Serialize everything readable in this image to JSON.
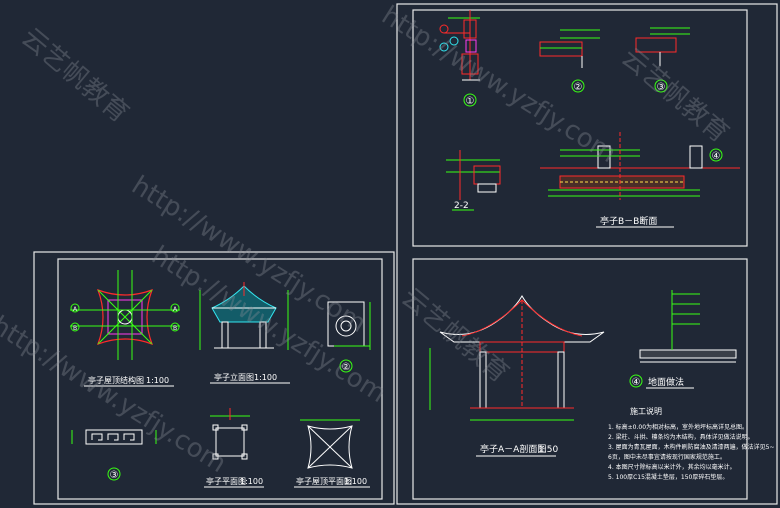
{
  "titles": {
    "roof_structure": "亭子屋顶结构图",
    "roof_structure_scale": "1:100",
    "front_elevation": "亭子立面图",
    "front_elevation_scale": "1:100",
    "floor_plan": "亭子平面图",
    "floor_plan_scale": "1:100",
    "roof_plan": "亭子屋顶平面图",
    "roof_plan_scale": "1:100",
    "section_aa": "亭子A－A剖面图",
    "section_aa_scale": "1:50",
    "section_bb": "亭子B－B断面",
    "ground_paving": "地面做法",
    "section_22": "2-2"
  },
  "notes": {
    "heading": "施工说明",
    "lines": [
      "1.  标高±0.00为相对标高，室外地坪标高详见总图。",
      "2.  梁柱、斗拱、檩条均为木结构，具体详见做法说明。",
      "3.  屋面为青瓦屋面，木构件刷防腐油及清漆两遍，做法详见5~",
      "    6页，图中未尽事宜请按现行国家规范施工。",
      "4.  本图尺寸除标高以米计外，其余均以毫米计。",
      "5.  100厚C15混凝土垫层，150厚碎石垫层。"
    ]
  },
  "markers": [
    "①",
    "②",
    "③",
    "④",
    "A",
    "B"
  ],
  "watermarks": [
    "http://www.yzfjy.com",
    "云艺帆教育"
  ],
  "colors": {
    "background": "#202836",
    "frame": "#e8e8e8",
    "line_green": "#39ff14",
    "line_red": "#ff2a2a",
    "line_cyan": "#33e6f0",
    "line_white": "#ffffff",
    "line_yellow": "#ffe14d",
    "line_magenta": "#ff3df0"
  }
}
